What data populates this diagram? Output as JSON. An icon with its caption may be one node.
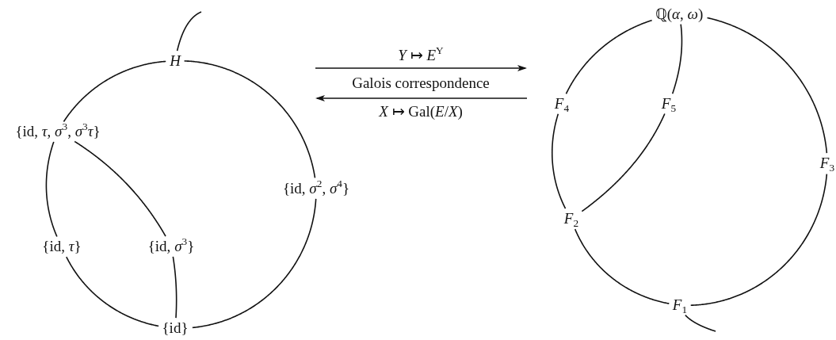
{
  "diagram": {
    "nodes": [
      {
        "text": [
          "*H*"
        ]
      },
      {
        "text": [
          "{id, *τ*, *σ*$^{3}$, *σ*$^{3}$*τ*}"
        ]
      },
      {
        "text": [
          "{id, *σ*$^{2}$, *σ*$^{4}$}"
        ]
      },
      {
        "text": [
          "{id, *τ*}"
        ]
      },
      {
        "text": [
          "{id, *σ*$^{3}$}"
        ]
      },
      {
        "text": [
          "{id}"
        ]
      },
      {
        "text": [
          "ℚ(*α*, *ω*)"
        ]
      },
      {
        "text": [
          "*F*$_{4}$"
        ]
      },
      {
        "text": [
          "*F*$_{5}$"
        ]
      },
      {
        "text": [
          "*F*$_{3}$"
        ]
      },
      {
        "text": [
          "*F*$_{2}$"
        ]
      },
      {
        "text": [
          "*F*$_{1}$"
        ]
      }
    ],
    "edges": [
      {
        "from": null,
        "to": 0,
        "arrow": "none"
      },
      {
        "from": 0,
        "to": 1,
        "arrow": "none"
      },
      {
        "from": 0,
        "to": 2,
        "arrow": "none"
      },
      {
        "from": 1,
        "to": 3,
        "arrow": "none"
      },
      {
        "from": 1,
        "to": 4,
        "arrow": "none"
      },
      {
        "from": 3,
        "to": 5,
        "arrow": "none"
      },
      {
        "from": 4,
        "to": 5,
        "arrow": "none"
      },
      {
        "from": 2,
        "to": 5,
        "arrow": "none"
      },
      {
        "from": 6,
        "to": 7,
        "arrow": "none"
      },
      {
        "from": 6,
        "to": 8,
        "arrow": "none"
      },
      {
        "from": 6,
        "to": 9,
        "arrow": "none"
      },
      {
        "from": 7,
        "to": 10,
        "arrow": "none"
      },
      {
        "from": 8,
        "to": 10,
        "arrow": "none"
      },
      {
        "from": 10,
        "to": 11,
        "arrow": "none"
      },
      {
        "from": 9,
        "to": 11,
        "arrow": "none"
      },
      {
        "from": 11,
        "to": null,
        "arrow": "none"
      }
    ],
    "labels": [
      "*Y* ↦ *E*$^{Y}$",
      "Galois correspondence",
      "*X* ↦ Gal(*E*/*X*)"
    ]
  }
}
